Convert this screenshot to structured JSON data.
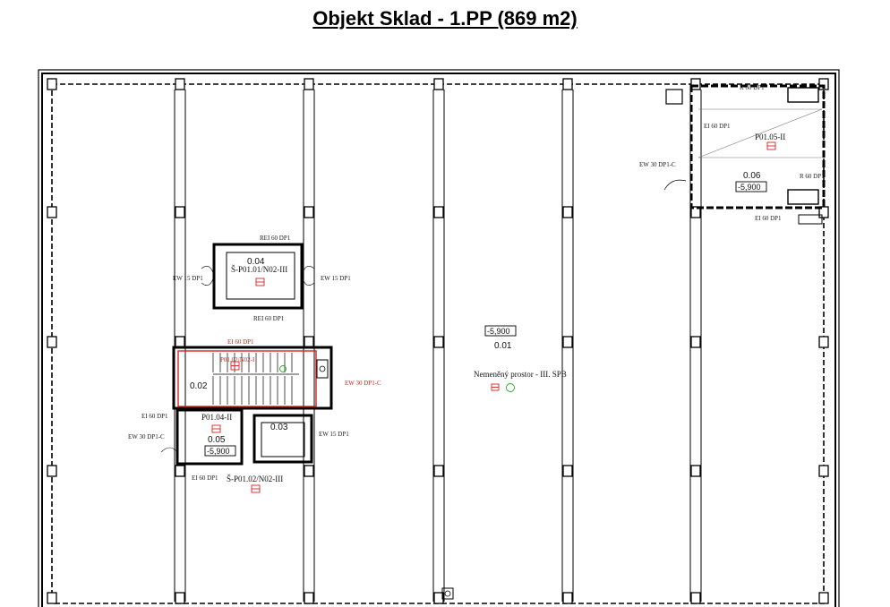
{
  "title": "Objekt Sklad - 1.PP (869 m2)",
  "rooms": {
    "r001": {
      "number": "0.01",
      "level": "-5,900",
      "zone": "Nemeněný prostor - III. SPB"
    },
    "r002": {
      "number": "0.02"
    },
    "r003": {
      "number": "0.03"
    },
    "r004": {
      "number": "0.04",
      "code": "Š-P01.01/N02-III"
    },
    "r005": {
      "number": "0.05",
      "code": "P01.04-II",
      "level": "-5,900"
    },
    "r006": {
      "number": "0.06",
      "code": "P01.05-II",
      "level": "-5,900"
    }
  },
  "stair_code": "P01.02/N02-I",
  "shaft_bottom_code": "Š-P01.02/N02-III",
  "labels": {
    "rei60_top_shaft": "REI 60 DP1",
    "rei60_bottom_shaft": "REI 60 DP1",
    "ew15_left_shaft": "EW 15 DP1",
    "ew15_right_shaft": "EW 15 DP1",
    "ei60_stair_top": "EI 60 DP1",
    "ew30_stair": "EW 30 DP1-C",
    "ei60_left": "EI 60 DP1",
    "ew30_left": "EW 30 DP1-C",
    "ew15_mid": "EW 15 DP1",
    "ei60_bottom_left": "EI 60 DP1",
    "r60_top_right": "R 60 DP1",
    "ei60_right_top": "EI 60 DP1",
    "ew30_right": "EW 30 DP1-C",
    "r60_right_side": "R 60 DP1",
    "ei60_right_bottom": "EI 60 DP1"
  },
  "colors": {
    "wall": "#000000",
    "fire_line": "#dd2222",
    "exit_sign": "#22aa22"
  }
}
